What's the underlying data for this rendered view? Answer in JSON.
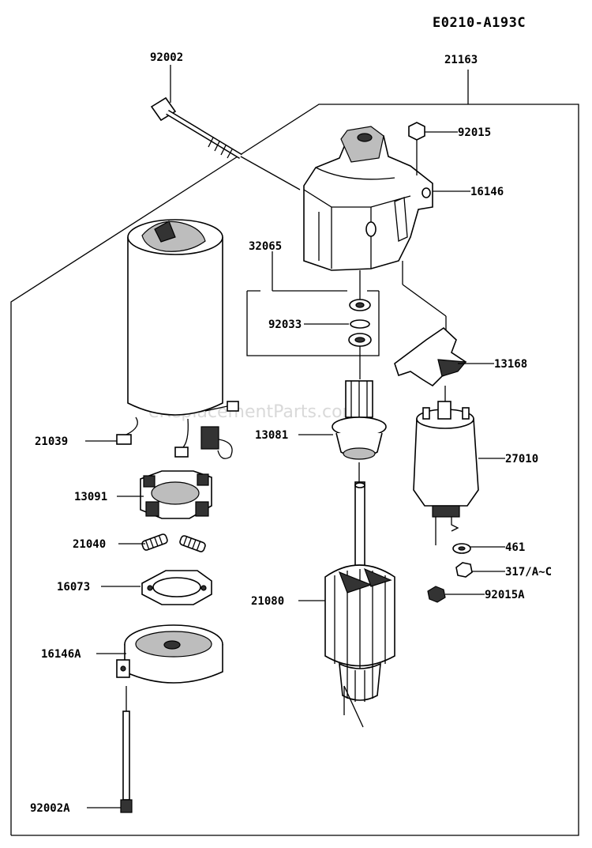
{
  "diagram_code": "E0210-A193C",
  "watermark": "eReplacementParts.com",
  "parts": [
    {
      "id": "92002",
      "label": "92002"
    },
    {
      "id": "21163",
      "label": "21163"
    },
    {
      "id": "92015",
      "label": "92015"
    },
    {
      "id": "16146",
      "label": "16146"
    },
    {
      "id": "32065",
      "label": "32065"
    },
    {
      "id": "92033",
      "label": "92033"
    },
    {
      "id": "13168",
      "label": "13168"
    },
    {
      "id": "13081",
      "label": "13081"
    },
    {
      "id": "21039",
      "label": "21039"
    },
    {
      "id": "27010",
      "label": "27010"
    },
    {
      "id": "13091",
      "label": "13091"
    },
    {
      "id": "21040",
      "label": "21040"
    },
    {
      "id": "461",
      "label": "461"
    },
    {
      "id": "16073",
      "label": "16073"
    },
    {
      "id": "317",
      "label": "317/A~C"
    },
    {
      "id": "21080",
      "label": "21080"
    },
    {
      "id": "92015A",
      "label": "92015A"
    },
    {
      "id": "16146A",
      "label": "16146A"
    },
    {
      "id": "92002A",
      "label": "92002A"
    }
  ]
}
